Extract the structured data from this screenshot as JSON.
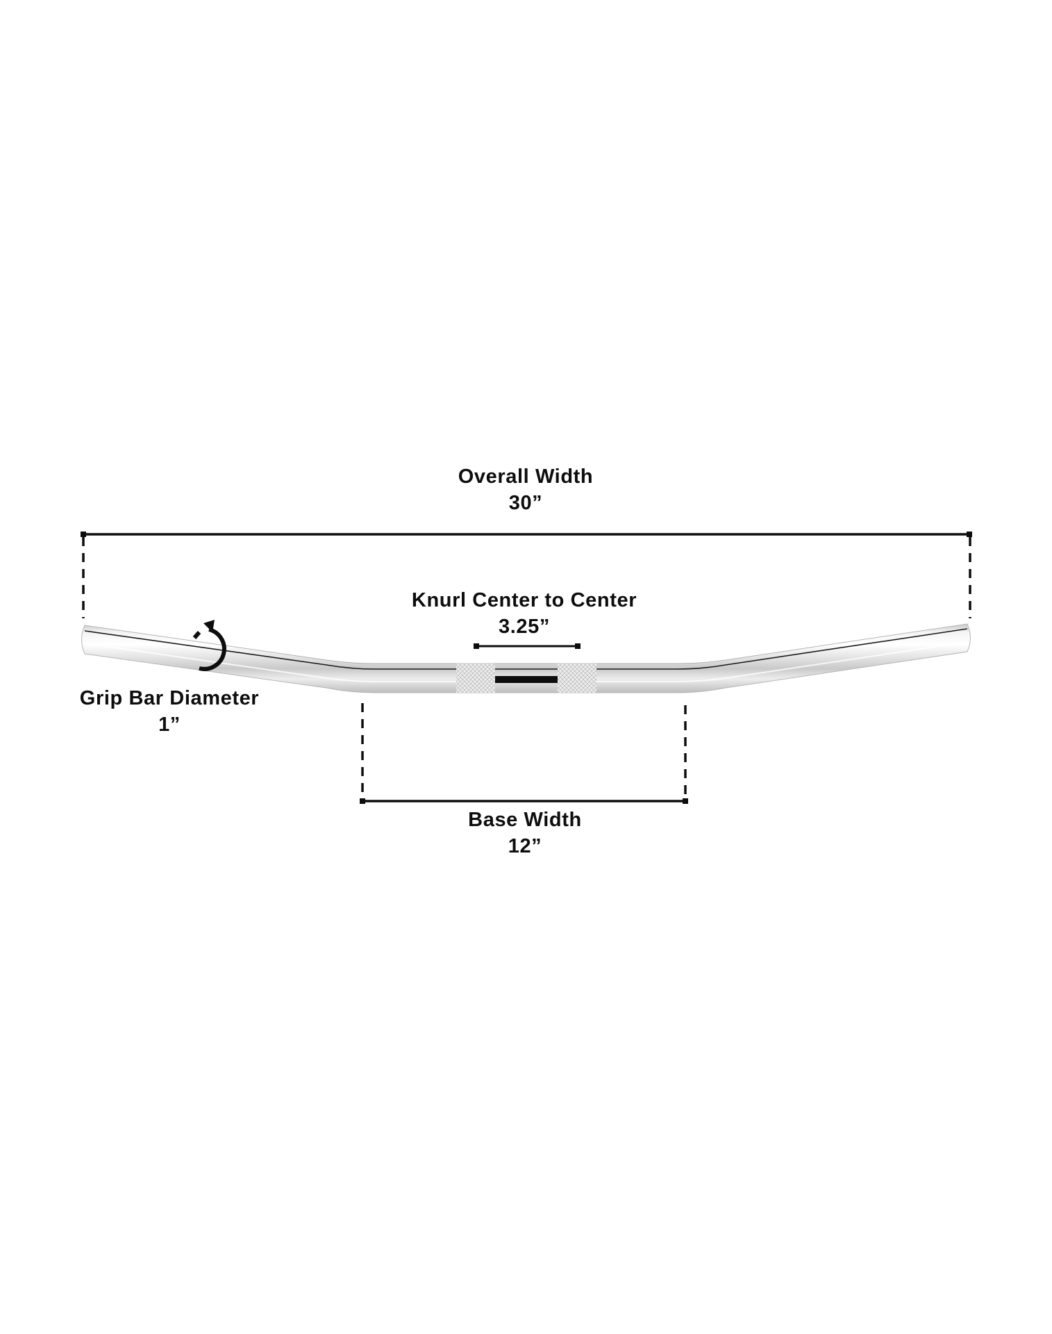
{
  "diagram": {
    "subject": "motorcycle handlebar",
    "background_color": "#ffffff",
    "line_color": "#0d0d0d",
    "bar_color": "#d9d9d9",
    "dimensions": {
      "overall_width": {
        "title": "Overall Width",
        "value": "30”"
      },
      "knurl_center": {
        "title": "Knurl Center to Center",
        "value": "3.25”"
      },
      "grip_diameter": {
        "title": "Grip Bar Diameter",
        "value": "1”"
      },
      "base_width": {
        "title": "Base Width",
        "value": "12”"
      }
    },
    "icons": {
      "rotation": "rotate-arrow-icon"
    }
  }
}
